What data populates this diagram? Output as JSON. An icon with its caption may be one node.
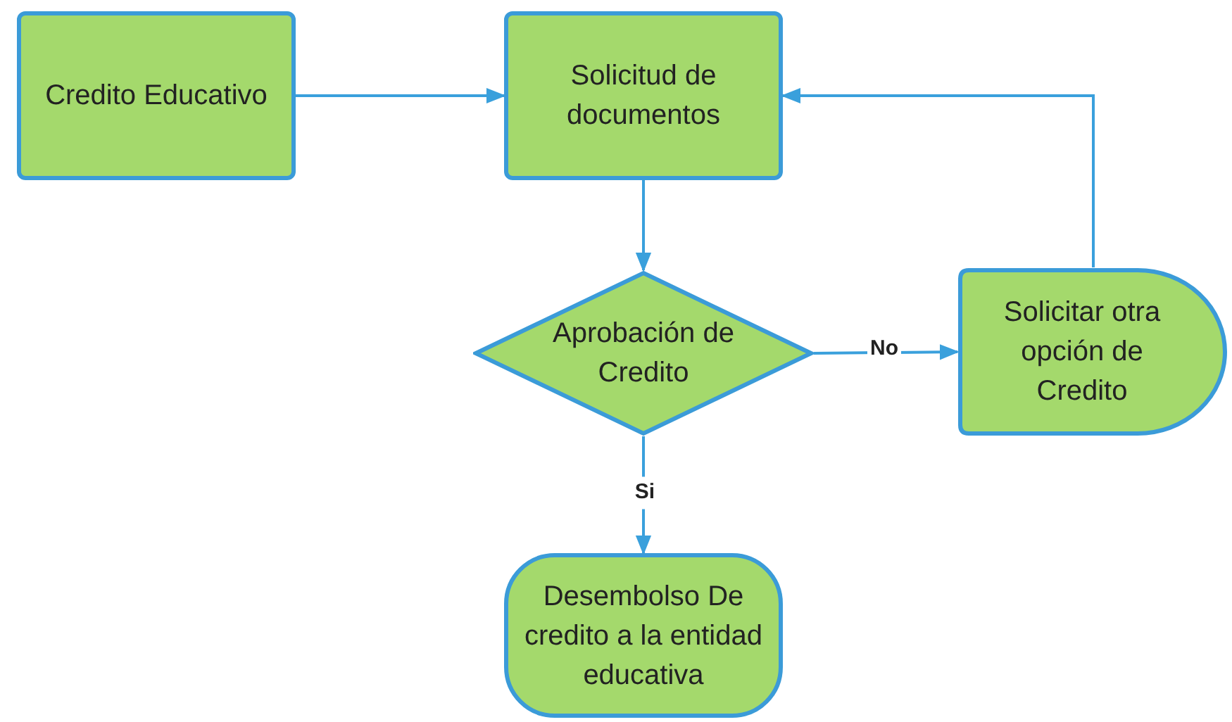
{
  "diagram": {
    "nodes": [
      {
        "text": [
          "Credito Educativo"
        ]
      },
      {
        "text": [
          "Solicitud de documentos"
        ]
      },
      {
        "text": [
          "Aprobación de Credito"
        ]
      },
      {
        "text": [
          "Solicitar otra opción de Credito"
        ]
      },
      {
        "text": [
          "Desembolso De credito a la entidad educativa"
        ]
      }
    ],
    "edges": [
      {
        "from": 0,
        "to": 1,
        "arrow": "to"
      },
      {
        "from": 1,
        "to": 2,
        "arrow": "to"
      },
      {
        "from": 2,
        "to": 3,
        "arrow": "to",
        "label": "No"
      },
      {
        "from": 3,
        "to": 1,
        "arrow": "to"
      },
      {
        "from": 2,
        "to": 4,
        "arrow": "to",
        "label": "Si"
      }
    ]
  }
}
